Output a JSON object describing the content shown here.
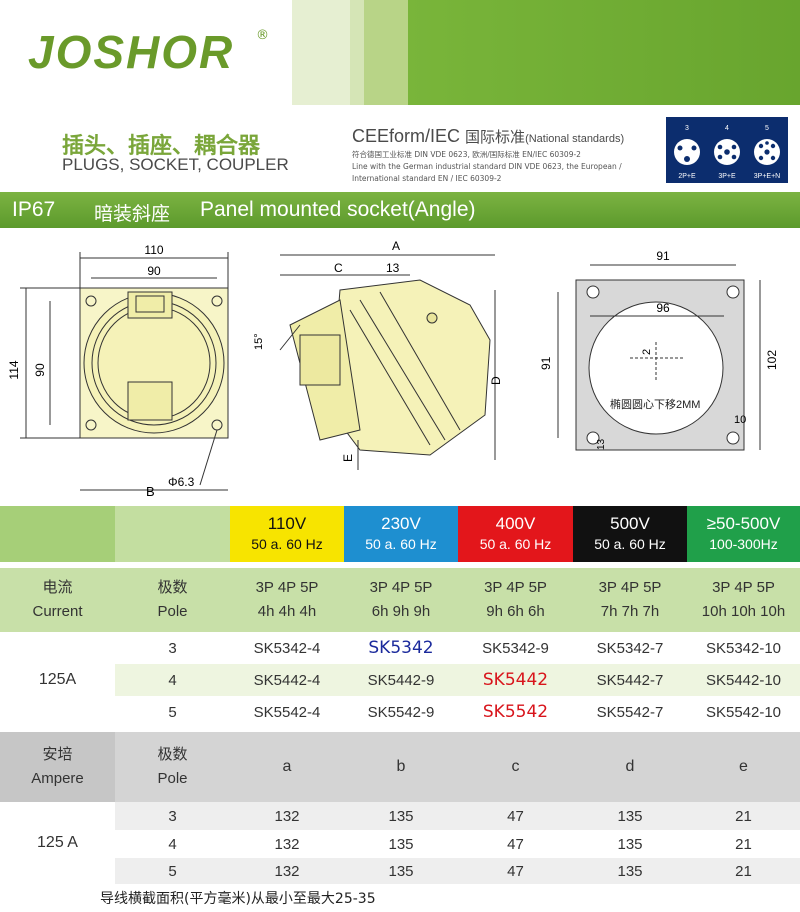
{
  "header": {
    "logo_text": "JOSHOR",
    "logo_mark": "®",
    "title_cn": "插头、插座、耦合器",
    "title_en": "PLUGS, SOCKET, COUPLER",
    "standard_title": "CEEform/IEC",
    "standard_cn": "国际标准",
    "standard_en": "(National standards)",
    "standard_line1": "符合德国工业标准 DIN VDE 0623, 欧洲/国际标准 EN/IEC 60309-2",
    "standard_line2": "Line with the German industrial standard DIN VDE 0623, the European /",
    "standard_line3": "International standard EN / IEC 60309-2",
    "pin_icons": [
      {
        "top": "3",
        "bottom": "2P+E"
      },
      {
        "top": "4",
        "bottom": "3P+E"
      },
      {
        "top": "5",
        "bottom": "3P+E+N"
      }
    ]
  },
  "product_bar": {
    "ip": "IP67",
    "name_cn": "暗装斜座",
    "name_en": "Panel mounted socket(Angle)"
  },
  "drawing": {
    "front": {
      "w110": "110",
      "w90": "90",
      "h114": "114",
      "h90": "90",
      "hole": "Φ6.3",
      "b": "B"
    },
    "side": {
      "a": "A",
      "c": "C",
      "d13": "13",
      "angle": "15°",
      "d": "D",
      "e": "E"
    },
    "cutout": {
      "w91": "91",
      "w96": "96",
      "center": "2",
      "note": "椭圆圆心下移2MM",
      "h91": "91",
      "h102": "102",
      "r10": "10",
      "r13": "13"
    }
  },
  "voltages": [
    {
      "voltage": "110V",
      "freq": "50 a. 60 Hz",
      "bg": "#f7e400"
    },
    {
      "voltage": "230V",
      "freq": "50 a. 60 Hz",
      "bg": "#1e8fd0"
    },
    {
      "voltage": "400V",
      "freq": "50 a. 60 Hz",
      "bg": "#e3161b"
    },
    {
      "voltage": "500V",
      "freq": "50 a. 60 Hz",
      "bg": "#111111"
    },
    {
      "voltage": "≥50-500V",
      "freq": "100-300Hz",
      "bg": "#20a04a"
    }
  ],
  "table1": {
    "col1_cn": "电流",
    "col1_en": "Current",
    "col2_cn": "极数",
    "col2_en": "Pole",
    "poles_row": [
      "3P 4P 5P",
      "3P 4P 5P",
      "3P 4P 5P",
      "3P 4P 5P",
      "3P 4P 5P"
    ],
    "hours_row": [
      "4h 4h 4h",
      "6h 9h 9h",
      "9h 6h 6h",
      "7h 7h 7h",
      "10h 10h 10h"
    ],
    "current": "125A",
    "rows": [
      {
        "pole": "3",
        "codes": [
          "SK5342-4",
          "SK5342",
          "SK5342-9",
          "SK5342-7",
          "SK5342-10"
        ]
      },
      {
        "pole": "4",
        "codes": [
          "SK5442-4",
          "SK5442-9",
          "SK5442",
          "SK5442-7",
          "SK5442-10"
        ]
      },
      {
        "pole": "5",
        "codes": [
          "SK5542-4",
          "SK5542-9",
          "SK5542",
          "SK5542-7",
          "SK5542-10"
        ]
      }
    ]
  },
  "table2": {
    "col1_cn": "安培",
    "col1_en": "Ampere",
    "col2_cn": "极数",
    "col2_en": "Pole",
    "headers": [
      "a",
      "b",
      "c",
      "d",
      "e"
    ],
    "current": "125 A",
    "rows": [
      {
        "pole": "3",
        "values": [
          "132",
          "135",
          "47",
          "135",
          "21"
        ]
      },
      {
        "pole": "4",
        "values": [
          "132",
          "135",
          "47",
          "135",
          "21"
        ]
      },
      {
        "pole": "5",
        "values": [
          "132",
          "135",
          "47",
          "135",
          "21"
        ]
      }
    ]
  },
  "footer_note": "导线横截面积(平方毫米)从最小至最大25-35"
}
